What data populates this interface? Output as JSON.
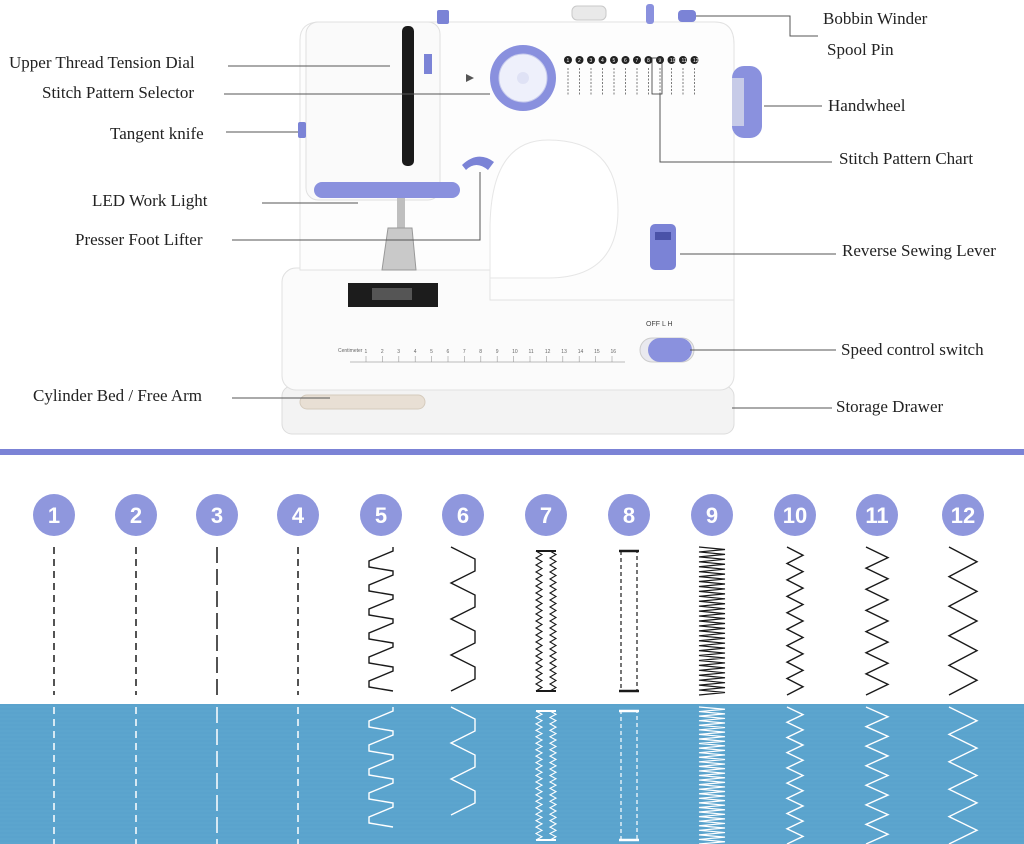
{
  "labels": {
    "bobbin_winder": "Bobbin Winder",
    "spool_pin": "Spool Pin",
    "upper_thread_tension_dial": "Upper Thread Tension Dial",
    "stitch_pattern_selector": "Stitch Pattern Selector",
    "tangent_knife": "Tangent knife",
    "handwheel": "Handwheel",
    "stitch_pattern_chart": "Stitch Pattern Chart",
    "led_work_light": "LED Work Light",
    "presser_foot_lifter": "Presser Foot Lifter",
    "reverse_sewing_lever": "Reverse Sewing Lever",
    "speed_control_switch": "Speed control switch",
    "cylinder_bed": "Cylinder Bed / Free Arm",
    "storage_drawer": "Storage Drawer"
  },
  "machine": {
    "ruler_label": "Centimeter",
    "ruler_numbers": [
      "1",
      "2",
      "3",
      "4",
      "5",
      "6",
      "7",
      "8",
      "9",
      "10",
      "11",
      "12",
      "13",
      "14",
      "15",
      "16"
    ],
    "switch_label": "OFF  L  H",
    "accent_color": "#7b83d6"
  },
  "stitches": [
    {
      "number": "1",
      "pattern": "dashed"
    },
    {
      "number": "2",
      "pattern": "dashed"
    },
    {
      "number": "3",
      "pattern": "long-dash"
    },
    {
      "number": "4",
      "pattern": "dashed"
    },
    {
      "number": "5",
      "pattern": "step-zigzag"
    },
    {
      "number": "6",
      "pattern": "blind-hem"
    },
    {
      "number": "7",
      "pattern": "buttonhole"
    },
    {
      "number": "8",
      "pattern": "box"
    },
    {
      "number": "9",
      "pattern": "satin"
    },
    {
      "number": "10",
      "pattern": "small-zigzag"
    },
    {
      "number": "11",
      "pattern": "medium-zigzag"
    },
    {
      "number": "12",
      "pattern": "wide-zigzag"
    }
  ],
  "colors": {
    "accent": "#7b83d6",
    "badge": "#8f97dd",
    "fabric": "#5aa3cd",
    "thread_dark": "#1a1a1a",
    "thread_light": "#ffffff"
  }
}
